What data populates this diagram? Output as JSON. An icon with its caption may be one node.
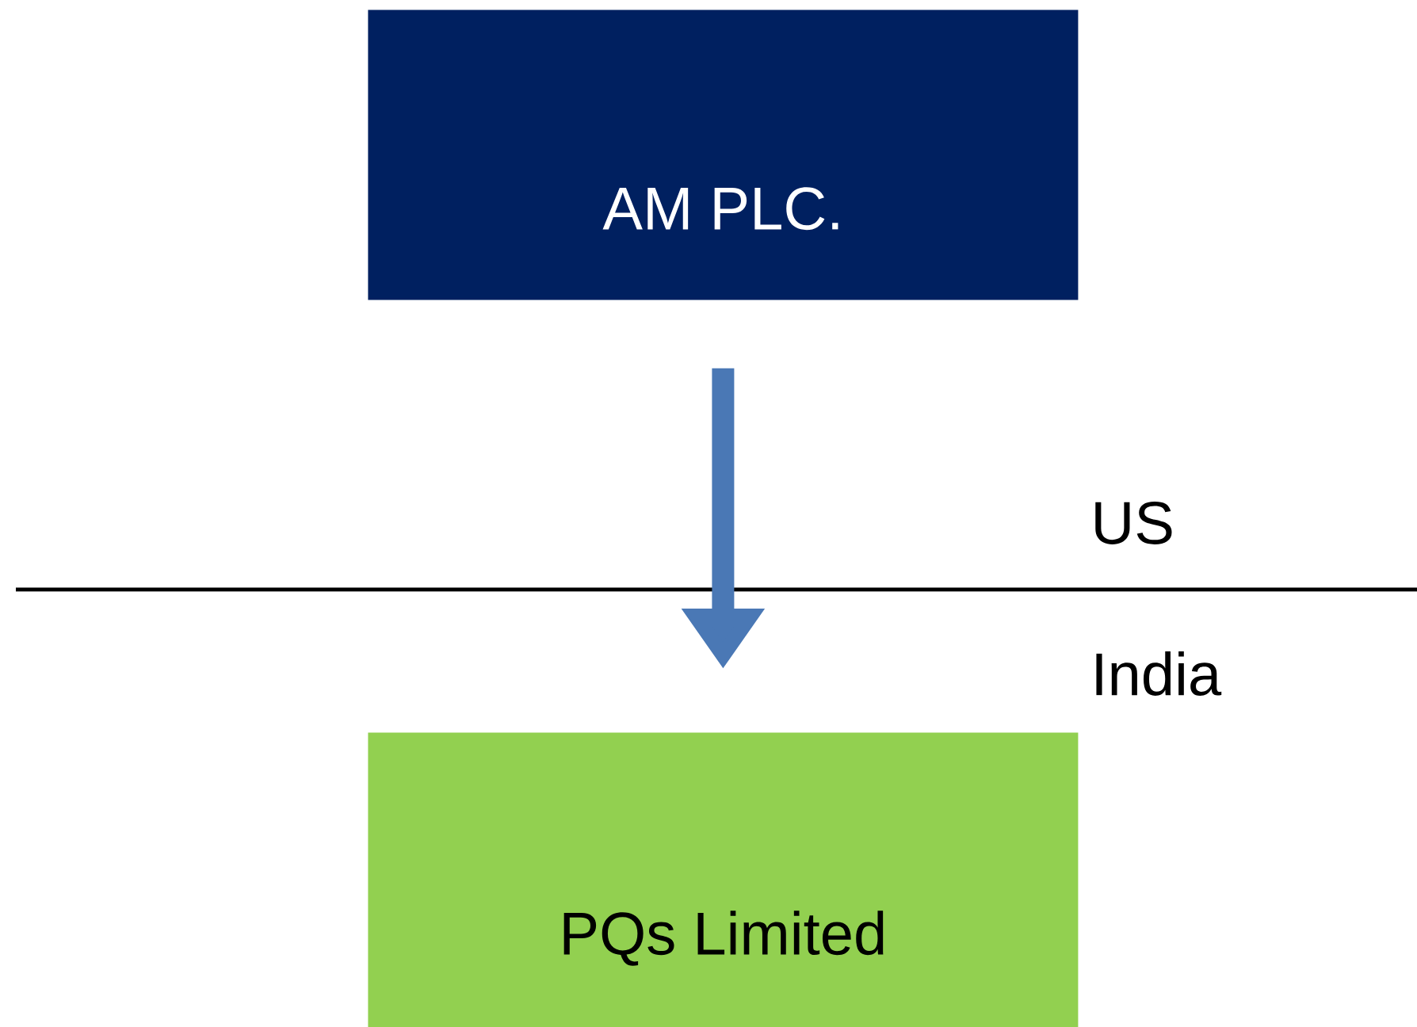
{
  "diagram": {
    "nodes": [
      {
        "text": [
          "AM PLC."
        ]
      },
      {
        "text": [
          "PQs Limited"
        ]
      }
    ],
    "edges": [
      {
        "from": 0,
        "to": 1,
        "arrow": "to"
      }
    ],
    "labels": [
      "US",
      "India"
    ]
  }
}
